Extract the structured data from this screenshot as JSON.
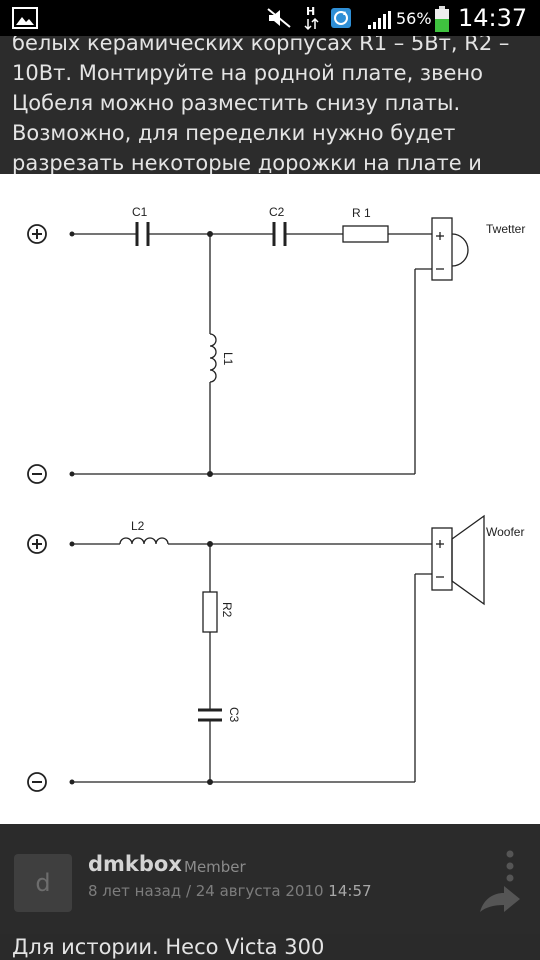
{
  "status_bar": {
    "battery_percent": "56%",
    "time": "14:37",
    "icons": [
      "gallery-icon",
      "mute-icon",
      "hspa-data-icon",
      "sync-icon",
      "signal-icon",
      "battery-icon"
    ]
  },
  "post": {
    "text": "белых керамических корпусах R1 – 5Вт, R2 – 10Вт. Монтируйте на родной плате, звено Цобеля можно разместить снизу платы. Возможно, для переделки нужно будет разрезать некоторые дорожки на плате и"
  },
  "diagram": {
    "labels": {
      "c1": "C1",
      "c2": "C2",
      "r1": "R 1",
      "l1": "L1",
      "l2": "L2",
      "r2": "R2",
      "c3": "C3",
      "tweeter": "Twetter",
      "woofer": "Woofer",
      "plus": "+",
      "minus": "–"
    }
  },
  "author": {
    "avatar_letter": "d",
    "name": "dmkbox",
    "role": "Member",
    "date_prefix": "8 лет назад  /  24 августа 2010 ",
    "date_time": "14:57"
  },
  "next_post": {
    "text": "Для истории. Heco Victa 300"
  },
  "colors": {
    "status_bg": "#000000",
    "page_bg": "#2b2b2b",
    "text": "#e4e4e4",
    "battery": "#3fc23f"
  }
}
